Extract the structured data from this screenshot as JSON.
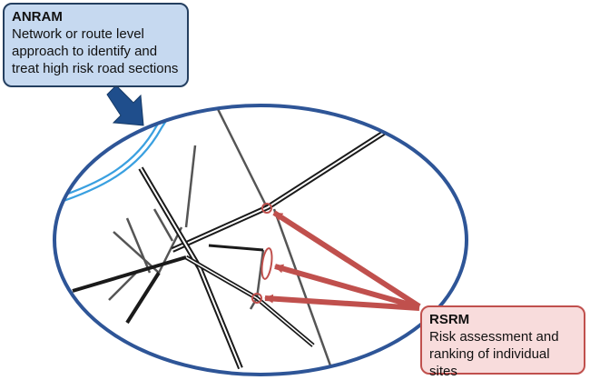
{
  "anram": {
    "title": "ANRAM",
    "text": "Network or route level\napproach to identify and\ntreat high risk road sections"
  },
  "rsrm": {
    "title": "RSRM",
    "text": "Risk assessment and\nranking of individual sites"
  },
  "colors": {
    "anram_fill": "#c6d9f0",
    "anram_border": "#243f60",
    "anram_arrow": "#1f4e8c",
    "map_border": "#2e5597",
    "river": "#3aa0e0",
    "major_road": "#1a1a1a",
    "minor_road": "#555555",
    "rsrm_fill": "#f8dcdc",
    "rsrm_border": "#c0504d",
    "rsrm_arrow": "#c0504d",
    "site_marker": "#c0504d"
  },
  "icons": {
    "map": "road-network-map",
    "anram_pointer": "block-arrow",
    "site_pointer": "arrow"
  }
}
